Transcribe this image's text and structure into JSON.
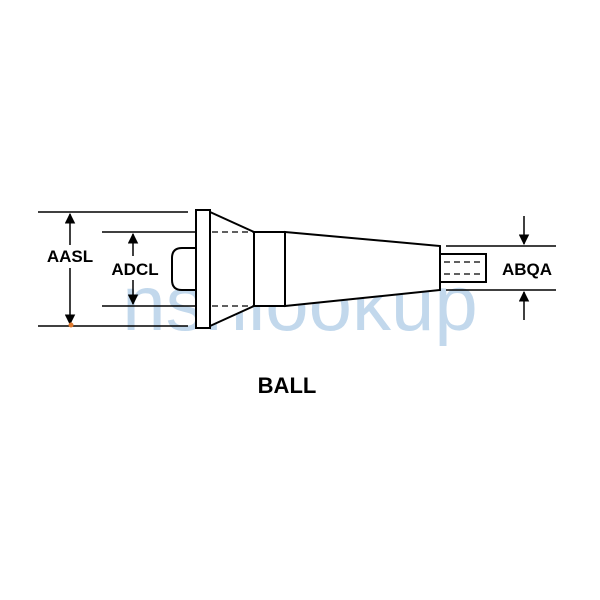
{
  "diagram": {
    "title": "BALL",
    "dimensions": {
      "overall_diameter": "AASL",
      "pilot_diameter": "ADCL",
      "stem_diameter": "ABQA"
    },
    "watermark": "nsnlookup",
    "colors": {
      "line": "#000000",
      "watermark": "#8fb8dc",
      "accent_dot": "#e07a2e"
    }
  }
}
